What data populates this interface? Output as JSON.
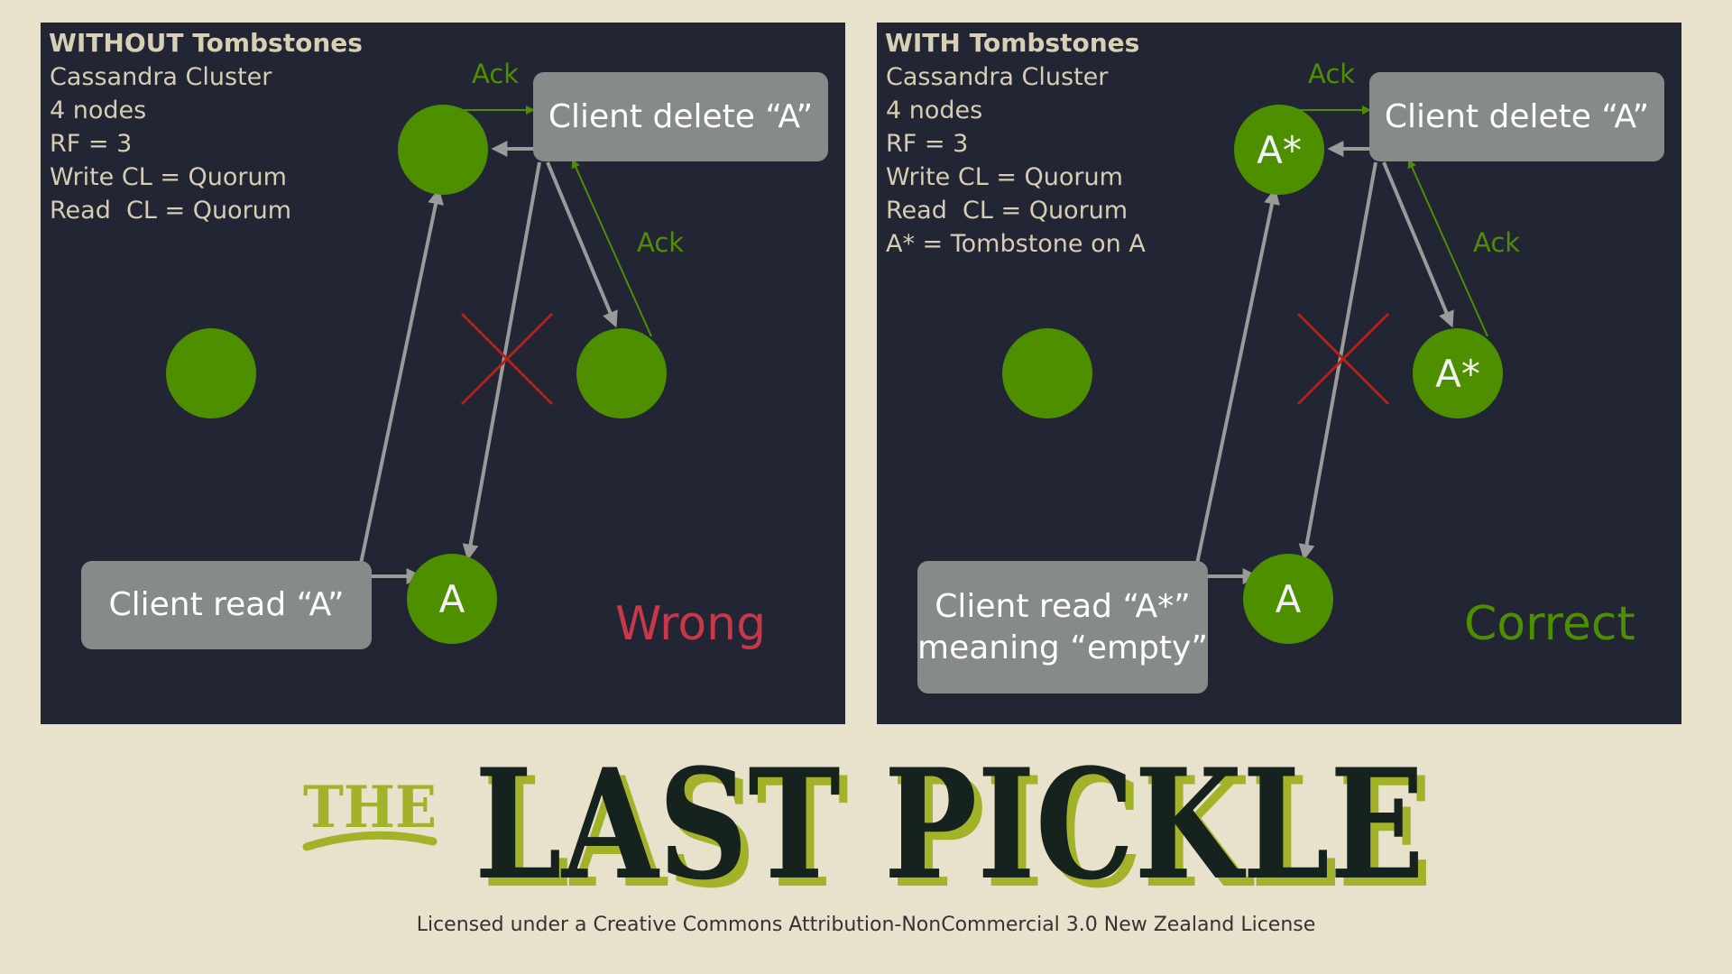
{
  "left": {
    "heading": "WITHOUT Tombstones",
    "info": [
      "Cassandra Cluster",
      "4 nodes",
      "RF = 3",
      "Write CL = Quorum",
      "Read  CL = Quorum"
    ],
    "ack_top": "Ack",
    "ack_right": "Ack",
    "node_top": "",
    "node_right": "",
    "node_bottom": "A",
    "delete_label": "Client delete “A”",
    "read_lines": [
      "Client read “A”"
    ],
    "verdict": "Wrong"
  },
  "right": {
    "heading": "WITH Tombstones",
    "info": [
      "Cassandra Cluster",
      "4 nodes",
      "RF = 3",
      "Write CL = Quorum",
      "Read  CL = Quorum",
      "A* = Tombstone on A"
    ],
    "ack_top": "Ack",
    "ack_right": "Ack",
    "node_top": "A*",
    "node_right": "A*",
    "node_bottom": "A",
    "delete_label": "Client delete “A”",
    "read_lines": [
      "Client read “A*”",
      "meaning  “empty”"
    ],
    "verdict": "Correct"
  },
  "brand": {
    "the": "THE",
    "main": "LAST PICKLE"
  },
  "license": "Licensed under a Creative Commons Attribution-NonCommercial 3.0 New Zealand License",
  "colors": {
    "background": "#e8e1cb",
    "panel": "#222533",
    "node": "#4e8f00",
    "client_box": "#868a89",
    "wrong": "#c8374a",
    "correct": "#4e8f00",
    "failure_cross": "#b0231a",
    "brand_dark": "#16221d",
    "brand_green": "#a2b32a"
  }
}
